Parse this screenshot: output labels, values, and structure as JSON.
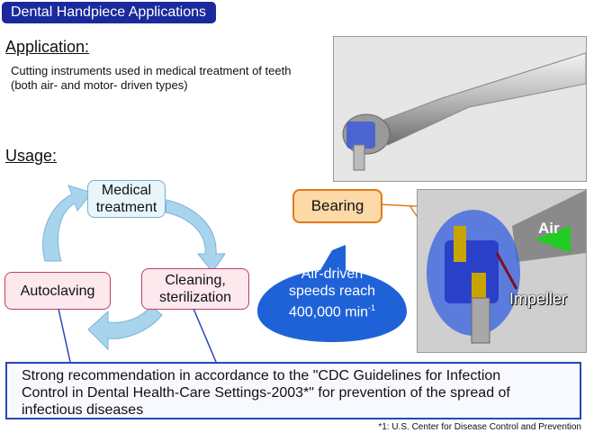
{
  "title": "Dental Handpiece Applications",
  "application": {
    "heading": "Application:",
    "line1": "Cutting instruments used in medical treatment of teeth",
    "line2": "(both air- and motor- driven types)"
  },
  "usage": {
    "heading": "Usage:",
    "medical_line1": "Medical",
    "medical_line2": "treatment",
    "cleaning_line1": "Cleaning,",
    "cleaning_line2": "sterilization",
    "autoclaving": "Autoclaving"
  },
  "callouts": {
    "bearing": "Bearing",
    "speech_line1": "Air-driven",
    "speech_line2": "speeds reach",
    "speech_line3": "400,000 min",
    "speech_sup": "-1",
    "air": "Air",
    "impeller": "Impeller"
  },
  "recommendation": {
    "line1": "Strong recommendation in accordance to the \"CDC Guidelines for Infection",
    "line2": "Control in Dental Health-Care Settings-2003*\" for prevention of the spread of",
    "line3": "infectious diseases"
  },
  "footnote": "*1: U.S. Center for Disease Control and Prevention",
  "colors": {
    "title_bg": "#1a2a9c",
    "box_border": "#2848b8",
    "arrow": "#a8d4ee",
    "bubble": "#1f62d8",
    "bearing_fill": "#fcd9a6"
  }
}
